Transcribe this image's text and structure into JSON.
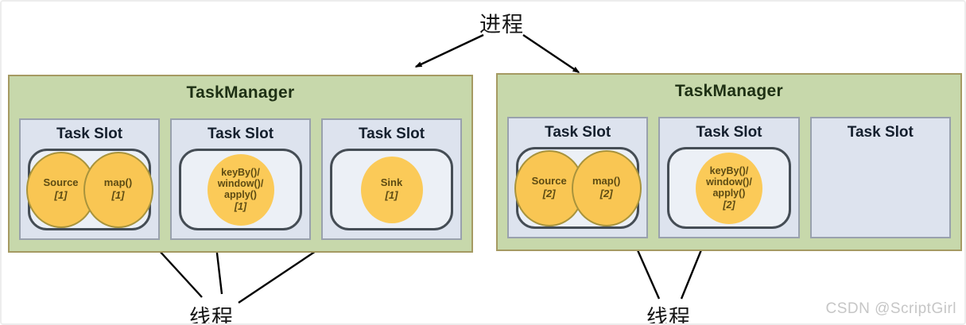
{
  "annotations": {
    "process_label": "进程",
    "thread_label_left": "线程",
    "thread_label_right": "线程"
  },
  "watermark": "CSDN @ScriptGirl",
  "task_managers": [
    {
      "title": "TaskManager",
      "slots": [
        {
          "title": "Task Slot",
          "tasks": [
            {
              "lines": [
                "Source"
              ],
              "instance": "[1]"
            },
            {
              "lines": [
                "map()"
              ],
              "instance": "[1]"
            }
          ]
        },
        {
          "title": "Task Slot",
          "tasks": [
            {
              "lines": [
                "keyBy()/",
                "window()/",
                "apply()"
              ],
              "instance": "[1]"
            }
          ]
        },
        {
          "title": "Task Slot",
          "tasks": [
            {
              "lines": [
                "Sink"
              ],
              "instance": "[1]"
            }
          ]
        }
      ]
    },
    {
      "title": "TaskManager",
      "slots": [
        {
          "title": "Task Slot",
          "tasks": [
            {
              "lines": [
                "Source"
              ],
              "instance": "[2]"
            },
            {
              "lines": [
                "map()"
              ],
              "instance": "[2]"
            }
          ]
        },
        {
          "title": "Task Slot",
          "tasks": [
            {
              "lines": [
                "keyBy()/",
                "window()/",
                "apply()"
              ],
              "instance": "[2]"
            }
          ]
        },
        {
          "title": "Task Slot",
          "tasks": []
        }
      ]
    }
  ],
  "colors": {
    "taskmanager_bg": "#c7d8ab",
    "taskmanager_border": "#a59a62",
    "slot_bg": "#dde3ee",
    "slot_border": "#99a1ad",
    "pipeline_border": "#454d55",
    "task_fill": "#f9c653",
    "task_stroke": "#a8933c",
    "task_text": "#5d4b13",
    "arrow": "#000000",
    "watermark_text": "#c6c6c6"
  }
}
